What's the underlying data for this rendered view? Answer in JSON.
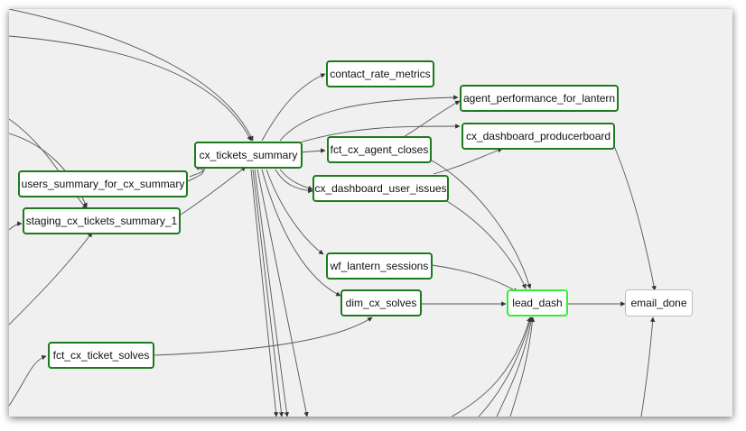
{
  "colors": {
    "success": "#1d7a1d",
    "running": "#33ee33",
    "no_status": "#bdbdbd",
    "edge": "#555555"
  },
  "nodes": {
    "contact_rate_metrics": "contact_rate_metrics",
    "agent_performance_for_lantern": "agent_performance_for_lantern",
    "cx_dashboard_producerboard": "cx_dashboard_producerboard",
    "cx_tickets_summary": "cx_tickets_summary",
    "fct_cx_agent_closes": "fct_cx_agent_closes",
    "cx_dashboard_user_issues": "cx_dashboard_user_issues",
    "users_summary_for_cx_summary": "users_summary_for_cx_summary",
    "staging_cx_tickets_summary_1": "staging_cx_tickets_summary_1",
    "wf_lantern_sessions": "wf_lantern_sessions",
    "dim_cx_solves": "dim_cx_solves",
    "lead_dash": "lead_dash",
    "email_done": "email_done",
    "fct_cx_ticket_solves": "fct_cx_ticket_solves"
  }
}
